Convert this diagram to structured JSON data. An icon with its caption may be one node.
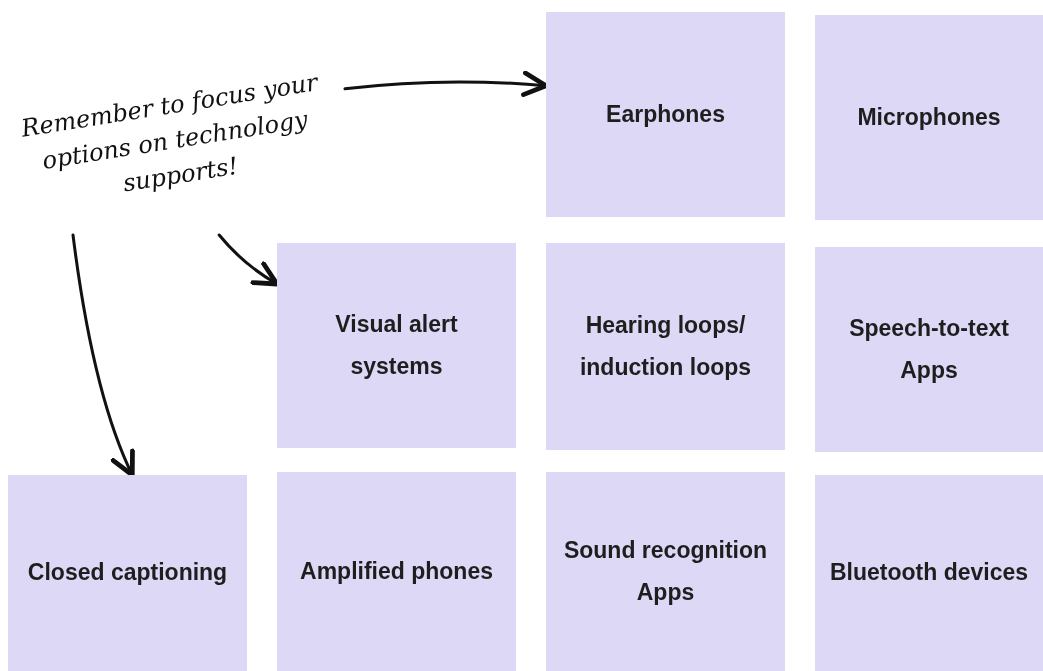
{
  "diagram": {
    "nodes": [
      {
        "text": [
          "Remember to focus your options on technology supports!"
        ]
      },
      {
        "text": [
          "Earphones"
        ]
      },
      {
        "text": [
          "Microphones"
        ]
      },
      {
        "text": [
          "Visual alert systems"
        ]
      },
      {
        "text": [
          "Hearing loops/ induction loops"
        ]
      },
      {
        "text": [
          "Speech-to-text Apps"
        ]
      },
      {
        "text": [
          "Closed captioning"
        ]
      },
      {
        "text": [
          "Amplified phones"
        ]
      },
      {
        "text": [
          "Sound recognition Apps"
        ]
      },
      {
        "text": [
          "Bluetooth devices"
        ]
      }
    ],
    "edges": [
      {
        "from": 0,
        "to": 1,
        "arrow": "to"
      },
      {
        "from": 0,
        "to": 3,
        "arrow": "to"
      },
      {
        "from": 0,
        "to": 6,
        "arrow": "to"
      }
    ]
  }
}
